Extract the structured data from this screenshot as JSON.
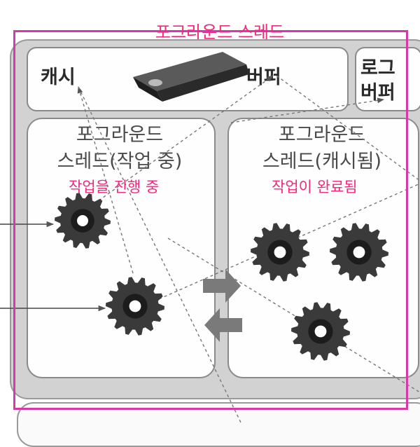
{
  "overlay_title": "포그라운드 스레드",
  "cache_label": "캐시",
  "buffer_label": "버퍼",
  "log_buffer_label": [
    "로그",
    "버퍼"
  ],
  "left_panel": {
    "title_line1": "포그라운드",
    "title_line2": "스레드(작업 중)",
    "annotation": "작업을 진행 중"
  },
  "right_panel": {
    "title_line1": "포그라운드",
    "title_line2": "스레드(캐시됨)",
    "annotation": "작업이 완료됨"
  },
  "colors": {
    "annotation": "#f0287e",
    "frame": "#d63aa6",
    "gear": "#3a3a3a",
    "panel_bg": "#d2d2d2"
  }
}
